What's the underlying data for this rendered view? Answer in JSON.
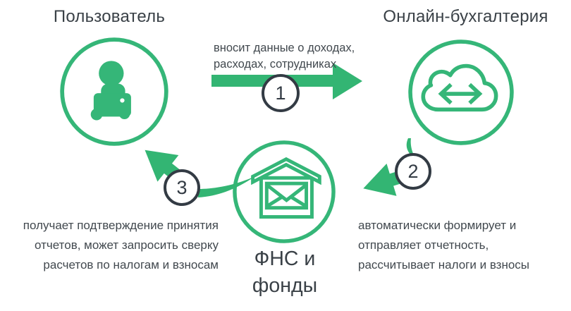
{
  "palette": {
    "green": "#35b678",
    "arrow_green": "#33b573",
    "badge_dark": "#333b44",
    "title_text": "#3a4147",
    "body_text": "#41484e",
    "background": "#ffffff"
  },
  "nodes": {
    "user": {
      "title": "Пользователь",
      "icon": "person-laptop-icon"
    },
    "accounting": {
      "title": "Онлайн-бухгалтерия",
      "icon": "cloud-sync-icon"
    },
    "fns": {
      "label_line1": "ФНС",
      "label_line2": "и фонды",
      "icon": "mail-house-icon"
    }
  },
  "steps": [
    {
      "number": "1",
      "lines": [
        "вносит данные о доходах,",
        "расходах, сотрудниках"
      ]
    },
    {
      "number": "2",
      "lines": [
        "автоматически формирует и",
        "отправляет отчетность,",
        "рассчитывает налоги и взносы"
      ]
    },
    {
      "number": "3",
      "lines": [
        "получает подтверждение принятия",
        "отчетов, может запросить сверку",
        "расчетов по налогам и взносам"
      ]
    }
  ]
}
